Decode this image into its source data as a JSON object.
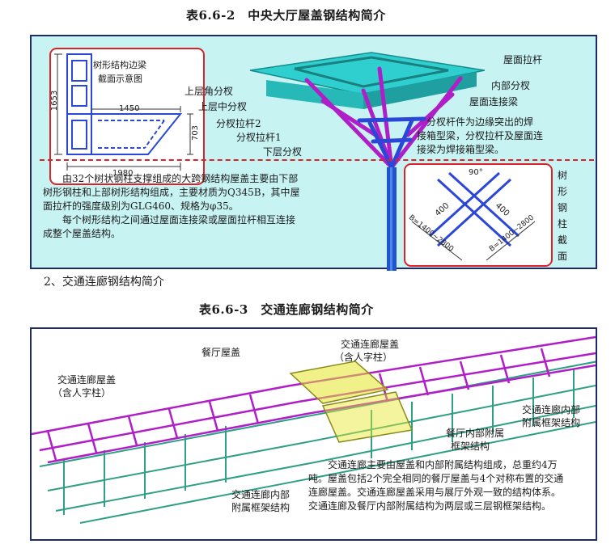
{
  "table1": {
    "title": "表6.6-2　中央大厅屋盖钢结构简介",
    "inset_title_line1": "树形结构边梁",
    "inset_title_line2": "截面示意图",
    "dims": {
      "d1450": "1450",
      "d1653": "1653",
      "d703": "703",
      "d1980": "1980"
    },
    "labels": {
      "roof_tie": "屋面拉杆",
      "inner_branch": "内部分杈",
      "roof_beam": "屋面连接梁",
      "upper_corner": "上层角分杈",
      "upper_mid": "上层中分杈",
      "tie2": "分杈拉杆2",
      "tie1": "分杈拉杆1",
      "lower": "下层分杈"
    },
    "right_note": [
      "分杈杆件为边缘突出的焊",
      "接箱型梁，分杈拉杆及屋面连",
      "接梁为焊接箱型梁。"
    ],
    "description": [
      "由32个树状钢柱支撑组成的大跨钢结构屋盖主要由下部",
      "树形钢柱和上部树形结构组成，主要材质为Q345B，其中屋",
      "面拉杆的强度级别为GLG460、规格为φ35。",
      "每个树形结构之间通过屋面连接梁或屋面拉杆相互连接",
      "成整个屋盖结构。"
    ],
    "column_section": {
      "vertical_title": [
        "树",
        "形",
        "钢",
        "柱",
        "截",
        "面"
      ],
      "angle": "90°",
      "d400a": "400",
      "d400b": "400",
      "b_left": "B=1400~2800",
      "b_right": "B=1400~2800"
    }
  },
  "section_heading": "2、交通连廊钢结构简介",
  "table2": {
    "title": "表6.6-3　交通连廊钢结构简介",
    "labels": {
      "restaurant_roof": "餐厅屋盖",
      "corridor_roof_right_1": "交通连廊屋盖",
      "corridor_roof_right_2": "（含人字柱）",
      "corridor_roof_left_1": "交通连廊屋盖",
      "corridor_roof_left_2": "（含人字柱）",
      "frame_right_1": "交通连廊内部",
      "frame_right_2": "附属框架结构",
      "rest_frame_1": "餐厅内部附属",
      "rest_frame_2": "框架结构",
      "frame_left_1": "交通连廊内部",
      "frame_left_2": "附属框架结构"
    },
    "description": [
      "交通连廊主要由屋盖和内部附属结构组成，总重约4万",
      "吨。屋盖包括2个完全相同的餐厅屋盖与4个对称布置的交通",
      "连廊屋盖。交通连廊屋盖采用与展厅外观一致的结构体系。",
      "交通连廊及餐厅内部附属结构为两层或三层钢框架结构。"
    ]
  },
  "colors": {
    "panel_bg": "#c7f3f3",
    "panel_border": "#1f2a6b",
    "red": "#d8232a",
    "cyan": "#1fc7c7",
    "purple": "#b01ec8",
    "blue": "#2b47d8",
    "yellow": "#e6e62a",
    "green": "#2f9f86"
  }
}
